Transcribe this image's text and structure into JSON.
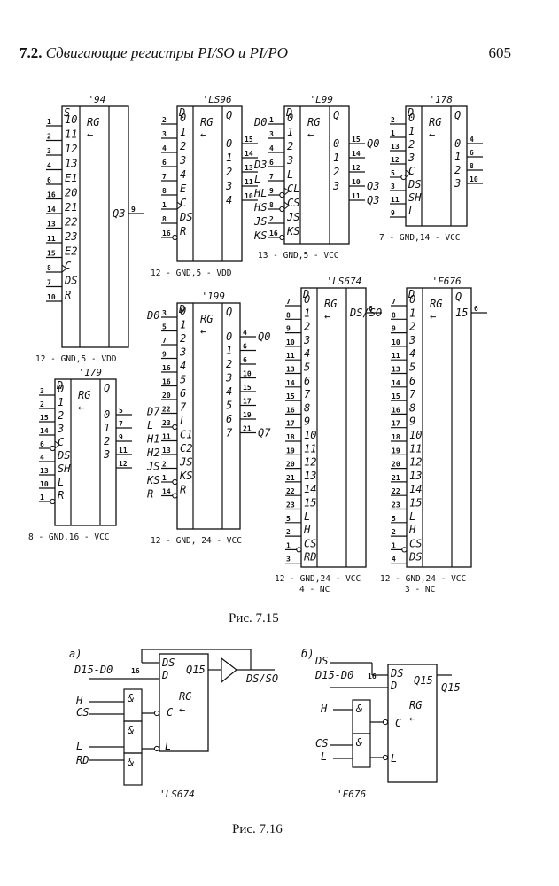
{
  "header": {
    "section": "7.2.",
    "title": "Сдвигающие регистры PI/SO и PI/PO",
    "page_number": "605"
  },
  "figure_7_15": {
    "caption": "Рис. 7.15",
    "chips": [
      {
        "id": "94",
        "name": "'94",
        "footer": "12 - GND,5 - VDD",
        "left": [
          [
            "1",
            "10"
          ],
          [
            "2",
            "11"
          ],
          [
            "3",
            "12"
          ],
          [
            "4",
            "13"
          ],
          [
            "6",
            "E1"
          ],
          [
            "16",
            "20"
          ],
          [
            "14",
            "21"
          ],
          [
            "13",
            "22"
          ],
          [
            "11",
            "23"
          ],
          [
            "15",
            "E2"
          ],
          [
            "8",
            "C"
          ],
          [
            "7",
            "DS"
          ],
          [
            "10",
            "R"
          ]
        ],
        "right": [
          [
            "9",
            "Q3"
          ]
        ]
      },
      {
        "id": "LS96",
        "name": "'LS96",
        "footer": "12 - GND,5 - VDD",
        "left": [
          [
            "2",
            "0"
          ],
          [
            "3",
            "1"
          ],
          [
            "4",
            "2"
          ],
          [
            "6",
            "3"
          ],
          [
            "7",
            "4"
          ],
          [
            "8",
            "E"
          ],
          [
            "1",
            "C"
          ],
          [
            "8",
            "DS"
          ],
          [
            "16",
            "R"
          ]
        ],
        "right": [
          [
            "15",
            "0"
          ],
          [
            "14",
            "1"
          ],
          [
            "13",
            "2"
          ],
          [
            "11",
            "3"
          ],
          [
            "10",
            "4"
          ]
        ]
      },
      {
        "id": "L99",
        "name": "'L99",
        "footer": "13 - GND,5 - VCC",
        "left": [
          [
            "1",
            "0",
            "D0"
          ],
          [
            "3",
            "1",
            ""
          ],
          [
            "4",
            "2",
            ""
          ],
          [
            "6",
            "3",
            "D3"
          ],
          [
            "7",
            "L",
            "L"
          ],
          [
            "9",
            "CL",
            "HL"
          ],
          [
            "8",
            "CS",
            "HS"
          ],
          [
            "2",
            "JS",
            "JS"
          ],
          [
            "16",
            "KS",
            "KS"
          ]
        ],
        "right": [
          [
            "15",
            "0",
            "Q0"
          ],
          [
            "14",
            "1",
            ""
          ],
          [
            "12",
            "2",
            ""
          ],
          [
            "10",
            "3",
            "Q3"
          ],
          [
            "11",
            "",
            "Q3"
          ]
        ]
      },
      {
        "id": "178",
        "name": "'178",
        "footer": "7 - GND,14 - VCC",
        "left": [
          [
            "2",
            "0"
          ],
          [
            "1",
            "1"
          ],
          [
            "13",
            "2"
          ],
          [
            "12",
            "3"
          ],
          [
            "5",
            "C"
          ],
          [
            "3",
            "DS"
          ],
          [
            "11",
            "SH"
          ],
          [
            "9",
            "L"
          ]
        ],
        "right": [
          [
            "4",
            "0"
          ],
          [
            "6",
            "1"
          ],
          [
            "8",
            "2"
          ],
          [
            "10",
            "3"
          ]
        ]
      },
      {
        "id": "179",
        "name": "'179",
        "footer": "8 - GND,16 - VCC",
        "left": [
          [
            "3",
            "0"
          ],
          [
            "2",
            "1"
          ],
          [
            "15",
            "2"
          ],
          [
            "14",
            "3"
          ],
          [
            "6",
            "C"
          ],
          [
            "4",
            "DS"
          ],
          [
            "13",
            "SH"
          ],
          [
            "10",
            "L"
          ],
          [
            "1",
            "R"
          ]
        ],
        "right": [
          [
            "5",
            "0"
          ],
          [
            "7",
            "1"
          ],
          [
            "9",
            "2"
          ],
          [
            "11",
            "3"
          ],
          [
            "12",
            ""
          ]
        ]
      },
      {
        "id": "199",
        "name": "'199",
        "footer": "12 - GND, 24 - VCC",
        "left": [
          [
            "3",
            "0",
            "D0"
          ],
          [
            "5",
            "1",
            ""
          ],
          [
            "7",
            "2",
            ""
          ],
          [
            "9",
            "3",
            ""
          ],
          [
            "16",
            "4",
            ""
          ],
          [
            "16",
            "5",
            ""
          ],
          [
            "20",
            "6",
            ""
          ],
          [
            "22",
            "7",
            "D7"
          ],
          [
            "23",
            "L",
            "L"
          ],
          [
            "11",
            "C1",
            "H1"
          ],
          [
            "13",
            "C2",
            "H2"
          ],
          [
            "2",
            "JS",
            "JS"
          ],
          [
            "1",
            "KS",
            "KS"
          ],
          [
            "14",
            "R",
            "R"
          ]
        ],
        "right": [
          [
            "4",
            "0",
            "Q0"
          ],
          [
            "6",
            "1",
            ""
          ],
          [
            "6",
            "2",
            ""
          ],
          [
            "10",
            "3",
            ""
          ],
          [
            "15",
            "4",
            ""
          ],
          [
            "17",
            "5",
            ""
          ],
          [
            "19",
            "6",
            ""
          ],
          [
            "21",
            "7",
            "Q7"
          ]
        ]
      },
      {
        "id": "LS674",
        "name": "'LS674",
        "footer": "12 - GND,24 - VCC",
        "footer2": "4 - NC",
        "left": [
          [
            "7",
            "0"
          ],
          [
            "8",
            "1"
          ],
          [
            "9",
            "2"
          ],
          [
            "10",
            "3"
          ],
          [
            "11",
            "4"
          ],
          [
            "13",
            "5"
          ],
          [
            "14",
            "6"
          ],
          [
            "15",
            "7"
          ],
          [
            "16",
            "8"
          ],
          [
            "17",
            "9"
          ],
          [
            "18",
            "10"
          ],
          [
            "19",
            "11"
          ],
          [
            "20",
            "12"
          ],
          [
            "21",
            "13"
          ],
          [
            "22",
            "14"
          ],
          [
            "23",
            "15"
          ],
          [
            "5",
            "L"
          ],
          [
            "2",
            "H"
          ],
          [
            "1",
            "CS"
          ],
          [
            "3",
            "RD"
          ]
        ],
        "right": [
          [
            "6",
            "DS/SO"
          ]
        ]
      },
      {
        "id": "F676",
        "name": "'F676",
        "footer": "12 - GND,24 - VCC",
        "footer2": "3 - NC",
        "left": [
          [
            "7",
            "0"
          ],
          [
            "8",
            "1"
          ],
          [
            "9",
            "2"
          ],
          [
            "10",
            "3"
          ],
          [
            "11",
            "4"
          ],
          [
            "13",
            "5"
          ],
          [
            "14",
            "6"
          ],
          [
            "15",
            "7"
          ],
          [
            "16",
            "8"
          ],
          [
            "17",
            "9"
          ],
          [
            "18",
            "10"
          ],
          [
            "19",
            "11"
          ],
          [
            "20",
            "12"
          ],
          [
            "21",
            "13"
          ],
          [
            "22",
            "14"
          ],
          [
            "23",
            "15"
          ],
          [
            "5",
            "L"
          ],
          [
            "2",
            "H"
          ],
          [
            "1",
            "CS"
          ],
          [
            "4",
            "DS"
          ]
        ],
        "right": [
          [
            "6",
            "15"
          ]
        ]
      }
    ]
  },
  "figure_7_16": {
    "caption": "Рис. 7.16",
    "a": {
      "tag": "а)",
      "bus": "D15-D0",
      "bus_width": "16",
      "inputs": [
        "H",
        "CS",
        "L",
        "RD"
      ],
      "output": "DS/SO",
      "chip": "'LS674",
      "pins": [
        "DS",
        "D",
        "C",
        "L",
        "Q15"
      ]
    },
    "b": {
      "tag": "б)",
      "bus": "D15-D0",
      "bus_width": "16",
      "inputs": [
        "DS",
        "H",
        "CS",
        "L"
      ],
      "output": "Q15",
      "chip": "'F676",
      "pins": [
        "DS",
        "D",
        "C",
        "L",
        "Q15"
      ]
    }
  },
  "common": {
    "rg": "RG",
    "arrow": "←",
    "and": "&",
    "d": "D",
    "q": "Q",
    "s": "S"
  }
}
